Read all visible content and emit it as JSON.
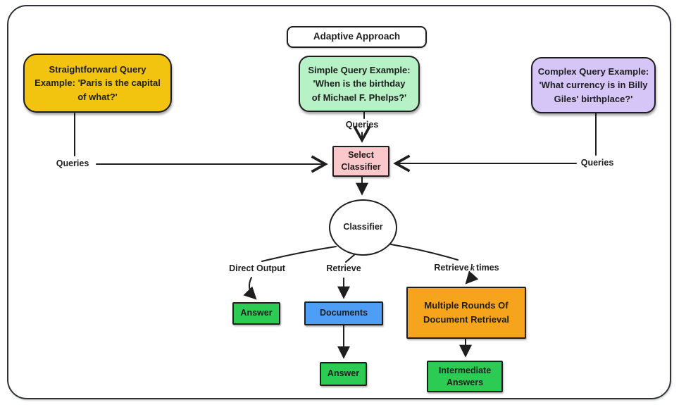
{
  "title": {
    "label": "Adaptive Approach"
  },
  "examples": [
    {
      "id": "straightforward",
      "fill": "#F3C40F",
      "lines": [
        "Straightforward Query",
        "Example: 'Paris is the capital",
        "of what?'"
      ]
    },
    {
      "id": "simple",
      "fill": "#B6F2C5",
      "lines": [
        "Simple Query Example:",
        "'When is the birthday",
        "of Michael F. Phelps?'"
      ]
    },
    {
      "id": "complex",
      "fill": "#D6C6F8",
      "lines": [
        "Complex Query Example:",
        "'What currency is in Billy",
        "Giles' birthplace?'"
      ]
    }
  ],
  "labels": {
    "queries_left": "Queries",
    "queries_top": "Queries",
    "queries_right": "Queries",
    "direct_output": "Direct Output",
    "retrieve": "Retrieve",
    "retrieve_k": {
      "pre": "Retrieve",
      "var": "k",
      "post": "times"
    }
  },
  "nodes": {
    "select_classifier": {
      "fill": "#FAC7CB",
      "lines": [
        "Select",
        "Classifier"
      ]
    },
    "classifier": {
      "label": "Classifier",
      "fill": "#FFFFFF"
    },
    "answer_direct": {
      "label": "Answer",
      "fill": "#2BCB54"
    },
    "documents": {
      "label": "Documents",
      "fill": "#4E9EF5"
    },
    "multi_rounds": {
      "fill": "#F6A41C",
      "lines": [
        "Multiple Rounds Of",
        "Document Retrieval"
      ]
    },
    "answer_retrieve": {
      "label": "Answer",
      "fill": "#2BCB54"
    },
    "intermediate_answers": {
      "fill": "#2BCB54",
      "lines": [
        "Intermediate",
        "Answers"
      ]
    }
  },
  "style": {
    "stroke": "#1E1E1E"
  }
}
